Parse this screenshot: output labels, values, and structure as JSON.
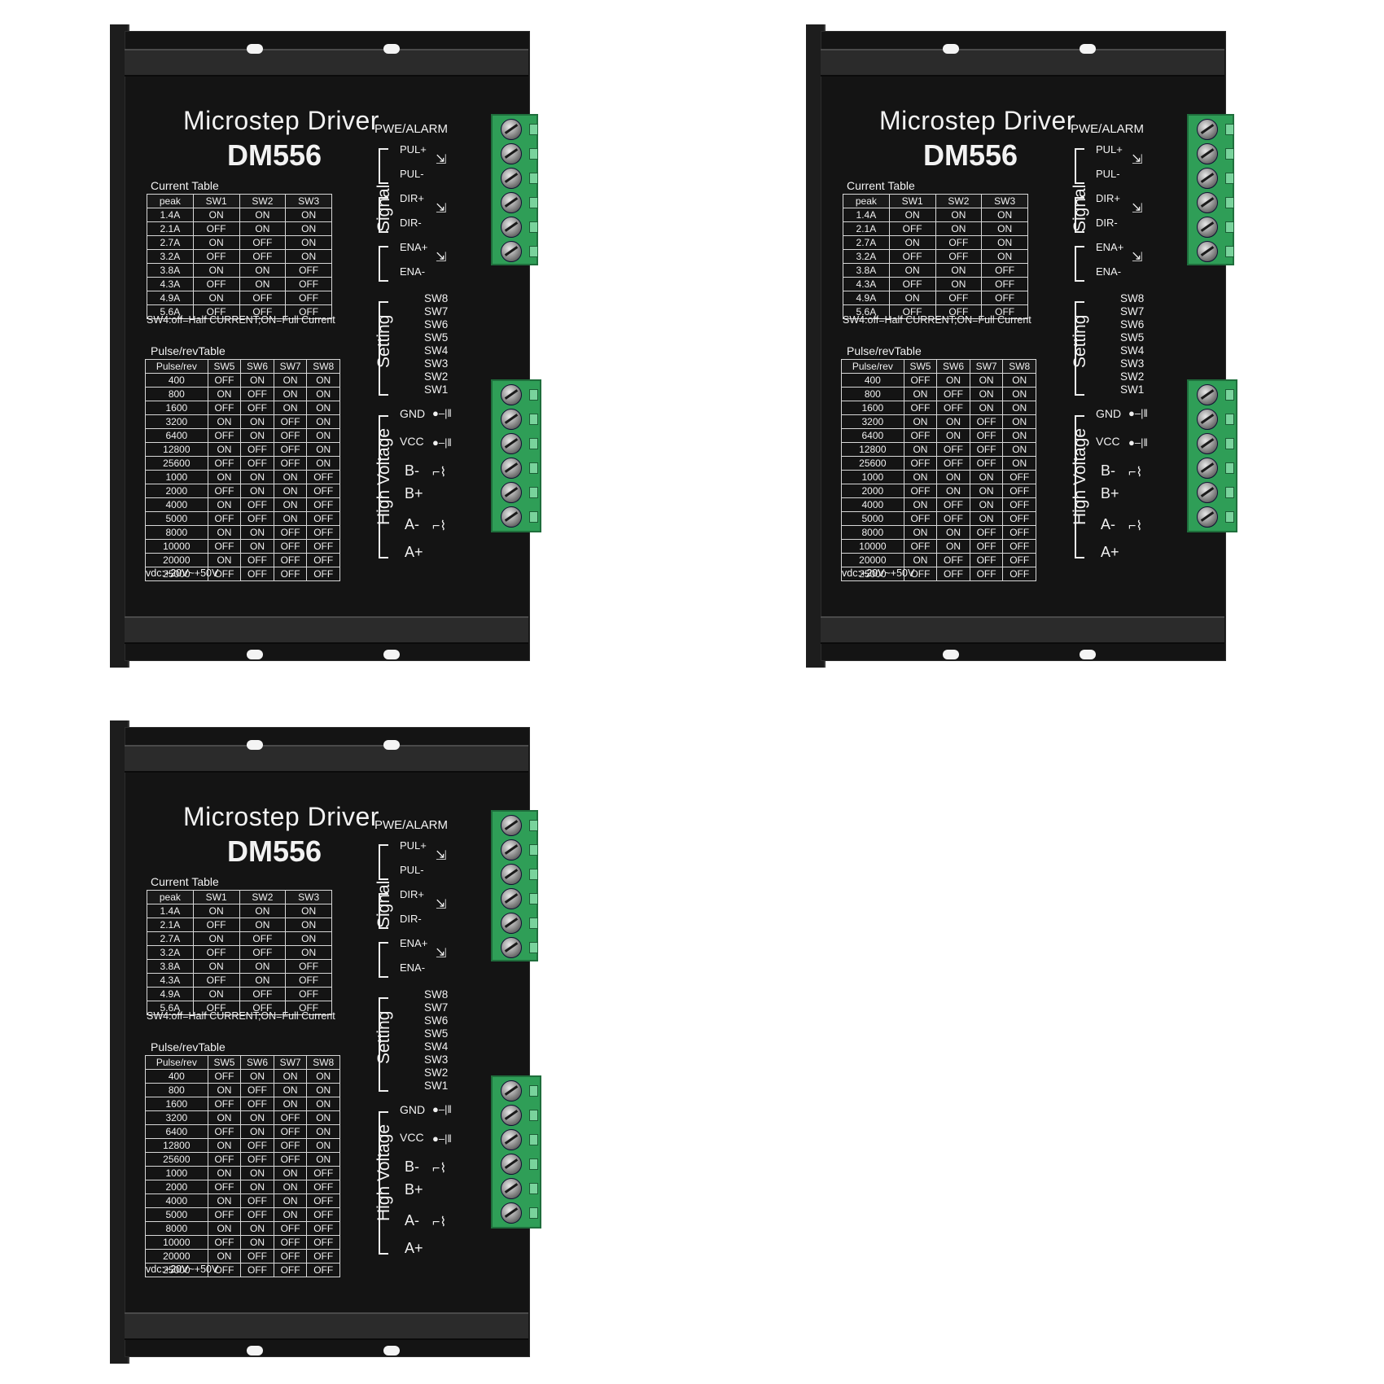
{
  "product": {
    "title_line1": "Microstep Driver",
    "model": "DM556",
    "current_table_label": "Current Table",
    "current_table": {
      "headers": [
        "peak",
        "SW1",
        "SW2",
        "SW3"
      ],
      "rows": [
        [
          "1.4A",
          "ON",
          "ON",
          "ON"
        ],
        [
          "2.1A",
          "OFF",
          "ON",
          "ON"
        ],
        [
          "2.7A",
          "ON",
          "OFF",
          "ON"
        ],
        [
          "3.2A",
          "OFF",
          "OFF",
          "ON"
        ],
        [
          "3.8A",
          "ON",
          "ON",
          "OFF"
        ],
        [
          "4.3A",
          "OFF",
          "ON",
          "OFF"
        ],
        [
          "4.9A",
          "ON",
          "OFF",
          "OFF"
        ],
        [
          "5.6A",
          "OFF",
          "OFF",
          "OFF"
        ]
      ]
    },
    "current_note": "SW4:off=Half CURRENT;ON=Full Current",
    "pulse_table_label": "Pulse/revTable",
    "pulse_table": {
      "headers": [
        "Pulse/rev",
        "SW5",
        "SW6",
        "SW7",
        "SW8"
      ],
      "rows": [
        [
          "400",
          "OFF",
          "ON",
          "ON",
          "ON"
        ],
        [
          "800",
          "ON",
          "OFF",
          "ON",
          "ON"
        ],
        [
          "1600",
          "OFF",
          "OFF",
          "ON",
          "ON"
        ],
        [
          "3200",
          "ON",
          "ON",
          "OFF",
          "ON"
        ],
        [
          "6400",
          "OFF",
          "ON",
          "OFF",
          "ON"
        ],
        [
          "12800",
          "ON",
          "OFF",
          "OFF",
          "ON"
        ],
        [
          "25600",
          "OFF",
          "OFF",
          "OFF",
          "ON"
        ],
        [
          "1000",
          "ON",
          "ON",
          "ON",
          "OFF"
        ],
        [
          "2000",
          "OFF",
          "ON",
          "ON",
          "OFF"
        ],
        [
          "4000",
          "ON",
          "OFF",
          "ON",
          "OFF"
        ],
        [
          "5000",
          "OFF",
          "OFF",
          "ON",
          "OFF"
        ],
        [
          "8000",
          "ON",
          "ON",
          "OFF",
          "OFF"
        ],
        [
          "10000",
          "OFF",
          "ON",
          "OFF",
          "OFF"
        ],
        [
          "20000",
          "ON",
          "OFF",
          "OFF",
          "OFF"
        ],
        [
          "25000",
          "OFF",
          "OFF",
          "OFF",
          "OFF"
        ]
      ]
    },
    "voltage_note": "vdc:+20V~+50V",
    "alarm_label": "PWE/ALARM",
    "signal_label": "Signal",
    "signal_pins": [
      "PUL+",
      "PUL-",
      "DIR+",
      "DIR-",
      "ENA+",
      "ENA-"
    ],
    "setting_label": "Setting",
    "switches": [
      "SW8",
      "SW7",
      "SW6",
      "SW5",
      "SW4",
      "SW3",
      "SW2",
      "SW1"
    ],
    "hv_label": "High Voltage",
    "hv_pins": [
      "GND",
      "VCC",
      "B-",
      "B+",
      "A-",
      "A+"
    ]
  },
  "colors": {
    "housing": "#141414",
    "terminal": "#2f9e57",
    "text": "#f2f2f2",
    "background": "#ffffff"
  },
  "icons": [
    "optocoupler-icon",
    "ground-symbol-icon",
    "coil-symbol-icon",
    "screw-terminal-icon"
  ]
}
